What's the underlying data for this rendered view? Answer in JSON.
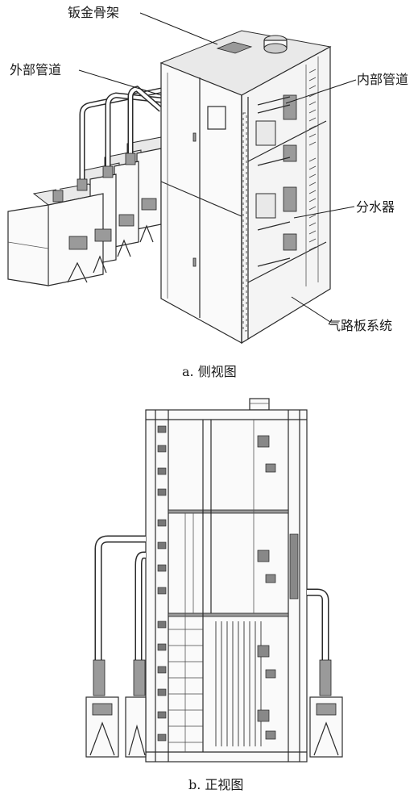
{
  "labels": {
    "sheet_metal_frame": "钣金骨架",
    "external_pipe": "外部管道",
    "internal_pipe": "内部管道",
    "water_distributor": "分水器",
    "gas_board_system": "气路板系统"
  },
  "captions": {
    "side_view": "a. 侧视图",
    "front_view": "b. 正视图"
  }
}
